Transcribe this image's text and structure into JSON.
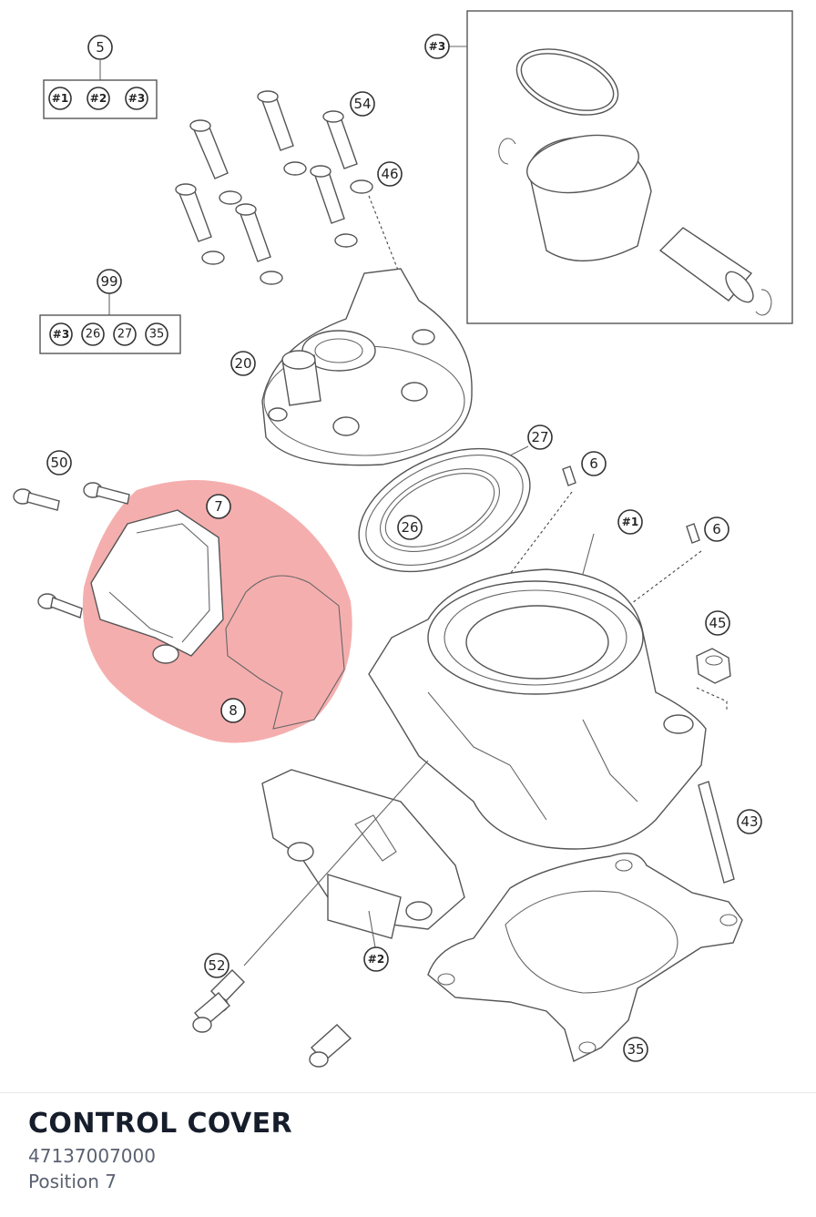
{
  "diagram": {
    "highlight_color": "#f4aaaa",
    "callouts": {
      "c5": "5",
      "g1": "#1",
      "g2": "#2",
      "g3": "#3",
      "c54": "54",
      "c46": "46",
      "c3box": "#3",
      "c99": "99",
      "k3": "#3",
      "k26": "26",
      "k27": "27",
      "k35": "35",
      "c20": "20",
      "c27": "27",
      "c6a": "6",
      "c6b": "6",
      "c50": "50",
      "c7": "7",
      "c26": "26",
      "c1": "#1",
      "c45": "45",
      "c8": "8",
      "c43": "43",
      "c52": "52",
      "c2": "#2",
      "c35": "35"
    }
  },
  "part": {
    "name": "CONTROL COVER",
    "number": "47137007000",
    "position": "Position 7"
  }
}
